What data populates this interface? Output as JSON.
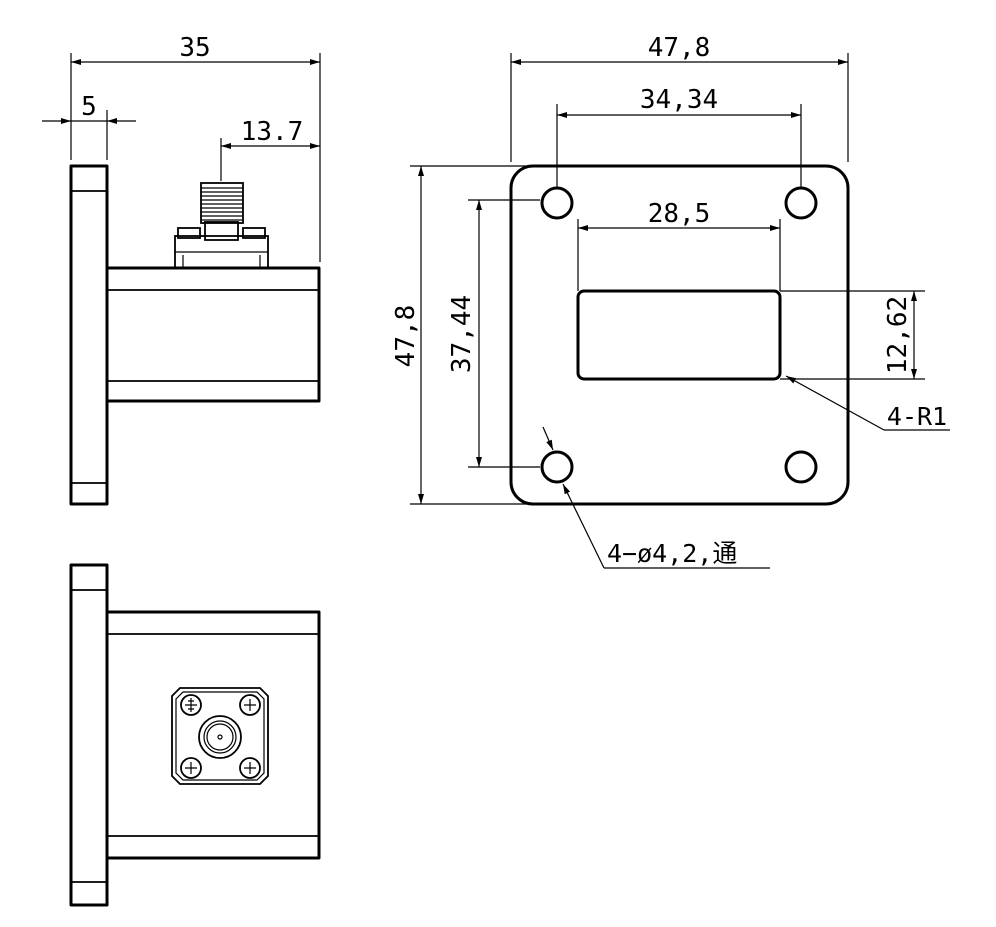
{
  "drawing": {
    "side_view": {
      "dim_overall_length": "35",
      "dim_flange_thickness": "5",
      "dim_connector_offset": "13.7"
    },
    "front_view": {
      "dim_flange_width": "47,8",
      "dim_hole_spacing_x": "34,34",
      "dim_aperture_width": "28,5",
      "dim_flange_height": "47,8",
      "dim_hole_spacing_y": "37,44",
      "dim_aperture_height": "12,62",
      "callout_corner_radius": "4-R1",
      "callout_holes": "4−ø4,2,通"
    }
  }
}
